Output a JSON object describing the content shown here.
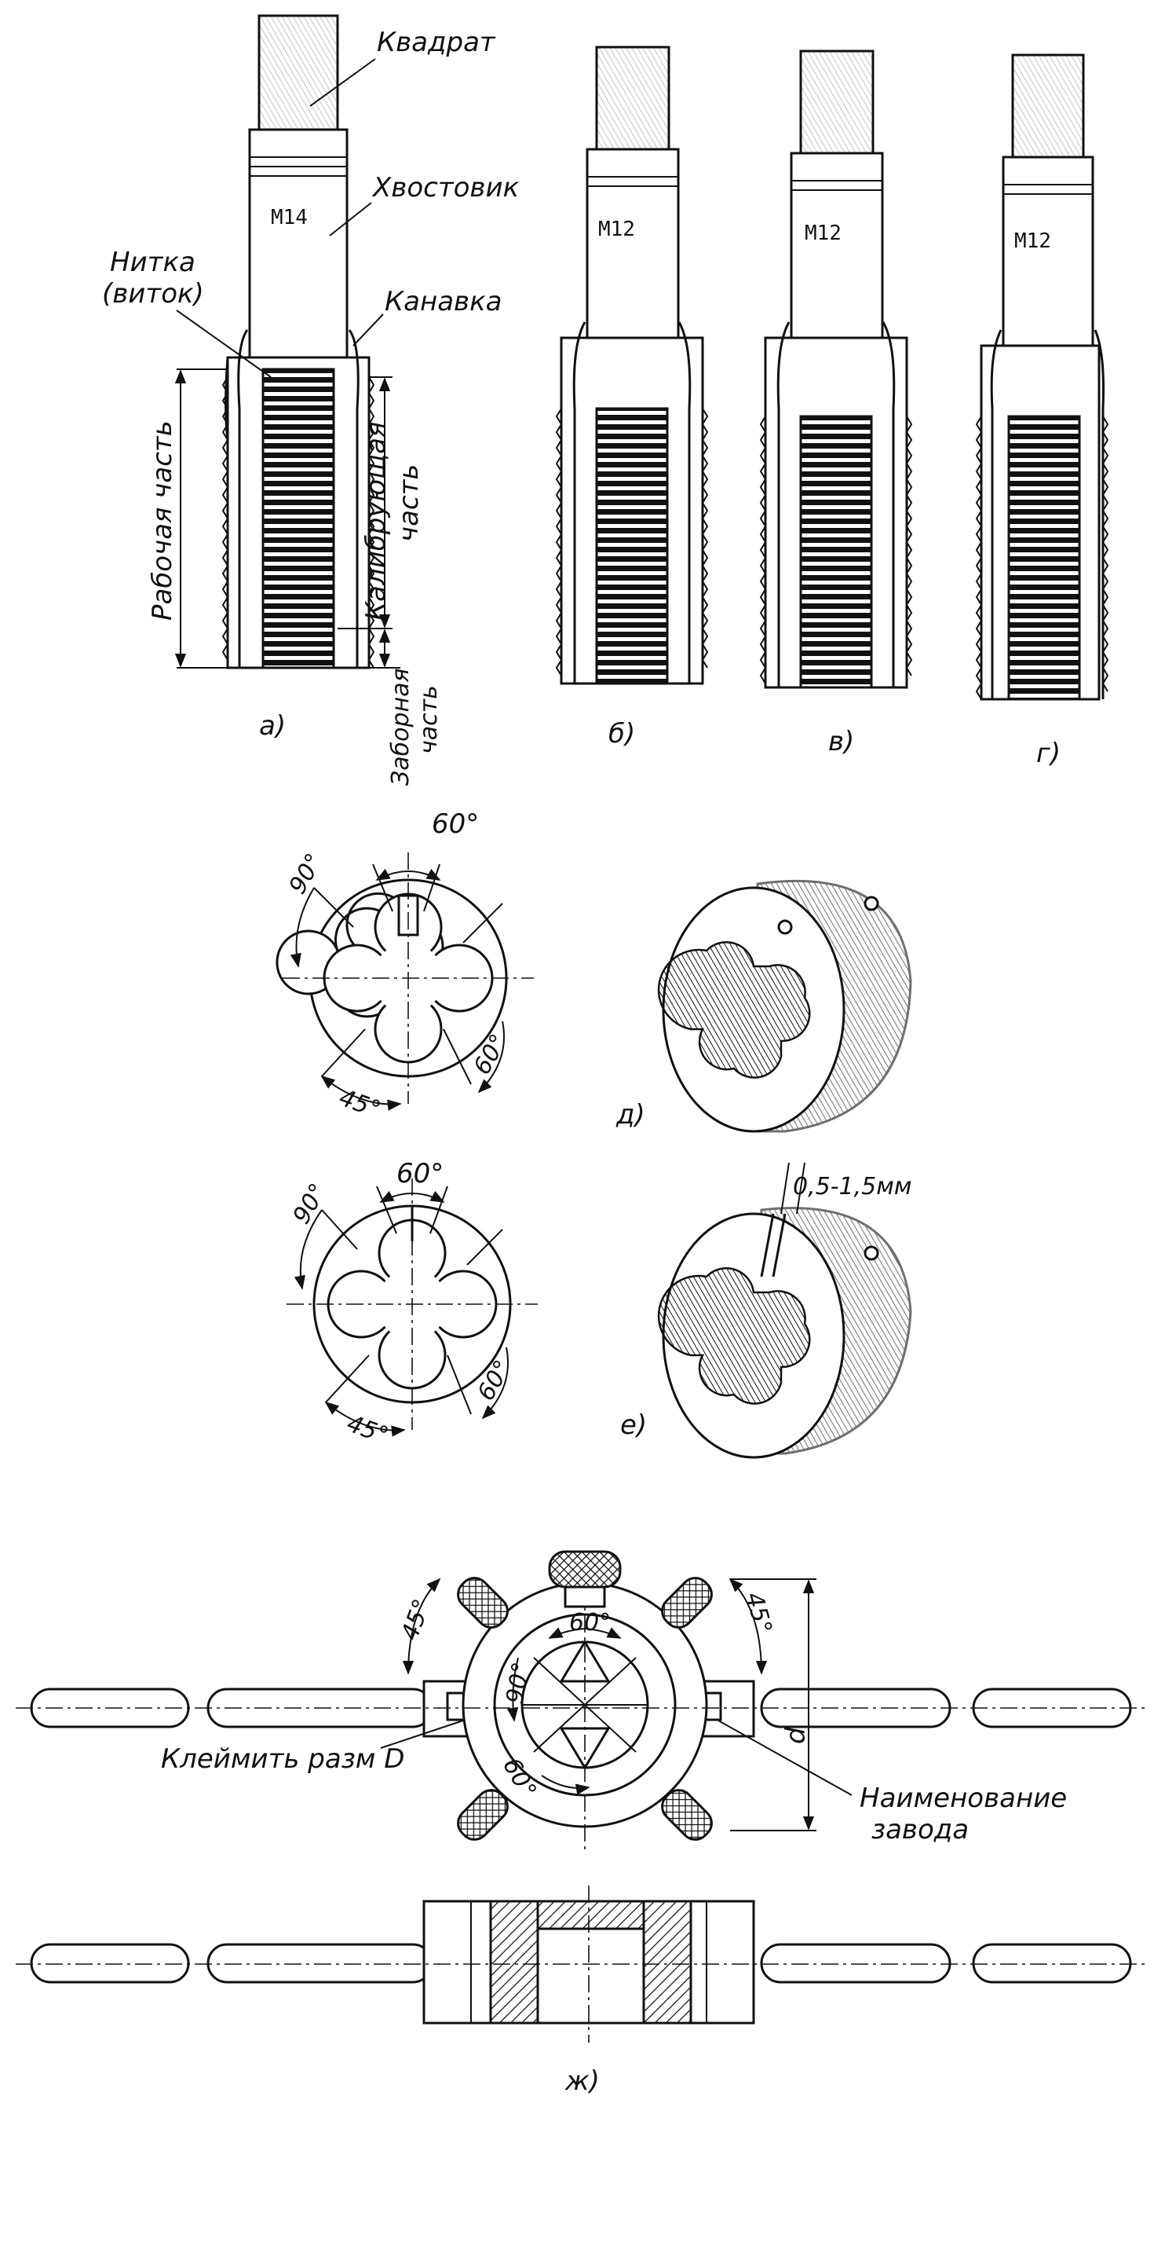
{
  "labels": {
    "square": "Квадрат",
    "shank": "Хвостовик",
    "thread_turn_line1": "Нитка",
    "thread_turn_line2": "(виток)",
    "groove": "Канавка",
    "working_part": "Рабочая часть",
    "calibrating_part_line1": "Калибрующая",
    "calibrating_part_line2": "часть",
    "intake_part_line1": "Заборная",
    "intake_part_line2": "часть",
    "stamp_size": "Клеймить разм D",
    "factory_name_line1": "Наименование",
    "factory_name_line2": "завода"
  },
  "taps": [
    {
      "marking": "M14",
      "caption": "а)"
    },
    {
      "marking": "M12",
      "caption": "б)"
    },
    {
      "marking": "M12",
      "caption": "в)"
    },
    {
      "marking": "M12",
      "caption": "г)"
    }
  ],
  "dies": {
    "caption_d": "д)",
    "caption_e": "е)",
    "angle_90": "90°",
    "angle_60": "60°",
    "angle_45": "45°",
    "slit_width": "0,5-1,5мм"
  },
  "holder": {
    "angle_45": "45°",
    "angle_60": "60°",
    "angle_90": "90°",
    "dim_d": "d",
    "caption": "ж)"
  }
}
